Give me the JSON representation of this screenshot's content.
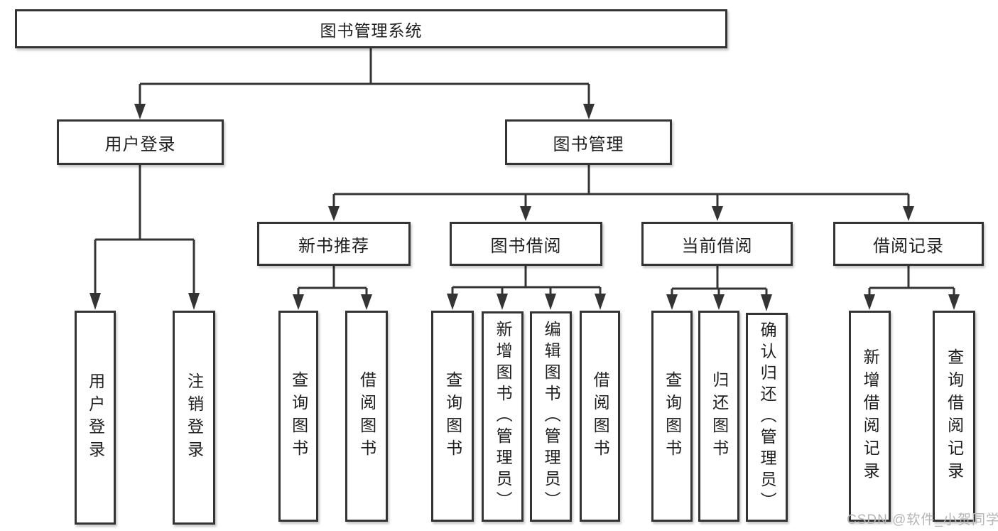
{
  "diagram": {
    "root": {
      "label": "图书管理系统"
    },
    "user_login": {
      "label": "用户登录",
      "children": [
        {
          "label": "用户登录"
        },
        {
          "label": "注销登录"
        }
      ]
    },
    "book_management": {
      "label": "图书管理",
      "sections": [
        {
          "label": "新书推荐",
          "children": [
            {
              "label": "查询图书"
            },
            {
              "label": "借阅图书"
            }
          ]
        },
        {
          "label": "图书借阅",
          "children": [
            {
              "label": "查询图书"
            },
            {
              "label": "新增图书（管理员）"
            },
            {
              "label": "编辑图书（管理员）"
            },
            {
              "label": "借阅图书"
            }
          ]
        },
        {
          "label": "当前借阅",
          "children": [
            {
              "label": "查询图书"
            },
            {
              "label": "归还图书"
            },
            {
              "label": "确认归还（管理员）"
            }
          ]
        },
        {
          "label": "借阅记录",
          "children": [
            {
              "label": "新增借阅记录"
            },
            {
              "label": "查询借阅记录"
            }
          ]
        }
      ]
    }
  },
  "watermark": {
    "text": "CSDN @软件_小贺同学"
  },
  "colors": {
    "line": "#343434",
    "box_border": "#343434",
    "box_fill": "#ffffff",
    "text": "#1f1f1f",
    "watermark": "#b5b5b5",
    "background": "#ffffff"
  }
}
